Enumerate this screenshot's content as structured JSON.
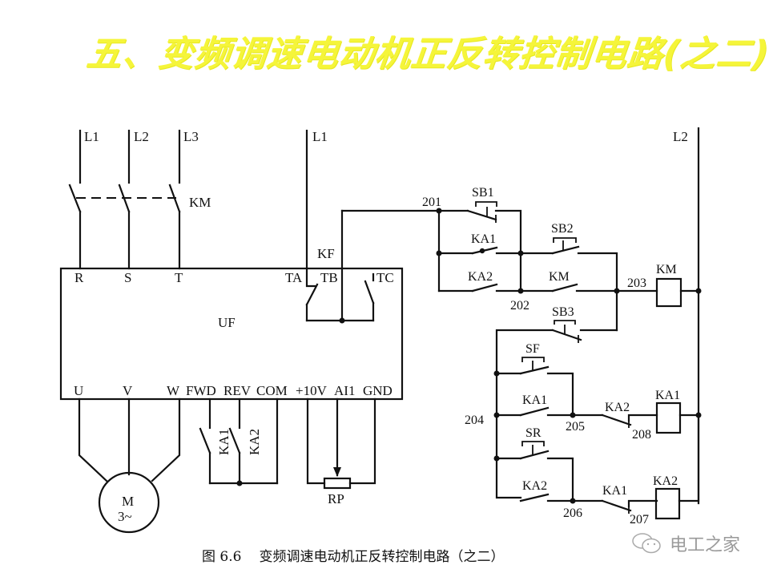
{
  "title": "五、变频调速电动机正反转控制电路(之二)",
  "caption": {
    "figure_number": "图 6.6",
    "text": "变频调速电动机正反转控制电路（之二）"
  },
  "watermark": {
    "icon": "wechat-icon",
    "text": "电工之家"
  },
  "power_circuit": {
    "supply_lines": [
      "L1",
      "L2",
      "L3"
    ],
    "main_contactor": "KM",
    "inverter_inputs": [
      "R",
      "S",
      "T"
    ],
    "inverter": "UF",
    "fault_relay": {
      "label": "KF",
      "terminals": [
        "TA",
        "TB",
        "TC"
      ]
    },
    "outputs": [
      "U",
      "V",
      "W"
    ],
    "control_terminals": [
      "FWD",
      "REV",
      "COM",
      "+10V",
      "AI1",
      "GND"
    ],
    "motor": {
      "label": "M",
      "phase": "3~"
    },
    "fwd_contact": "KA1",
    "rev_contact": "KA2",
    "potentiometer": "RP"
  },
  "control_circuit": {
    "supply_left": "L1",
    "supply_right": "L2",
    "nodes": [
      "201",
      "202",
      "203",
      "204",
      "205",
      "206",
      "207",
      "208"
    ],
    "buttons": [
      "SB1",
      "SB2",
      "SB3",
      "SF",
      "SR"
    ],
    "contacts": {
      "row_ka1": "KA1",
      "row_ka2": "KA2",
      "km_hold": "KM",
      "ka1_hold": "KA1",
      "ka2_interlock": "KA2",
      "ka2_hold": "KA2",
      "ka1_interlock": "KA1"
    },
    "coils": [
      "KM",
      "KA1",
      "KA2"
    ]
  }
}
